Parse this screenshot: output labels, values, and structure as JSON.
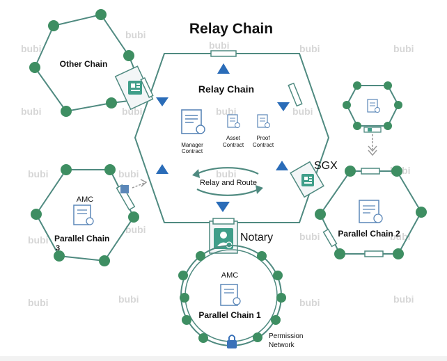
{
  "title": "Relay Chain",
  "relay": {
    "label": "Relay Chain",
    "manager_line1": "Manager",
    "manager_line2": "Contract",
    "asset_line1": "Asset",
    "asset_line2": "Contract",
    "proof_line1": "Proof",
    "proof_line2": "Contract",
    "route_label": "Relay and Route"
  },
  "other_chain": {
    "label": "Other Chain"
  },
  "parallel_3": {
    "amc": "AMC",
    "label_line1": "Parallel Chain",
    "label_line2": "3"
  },
  "parallel_1": {
    "amc": "AMC",
    "label": "Parallel Chain 1"
  },
  "parallel_2": {
    "label": "Parallel Chain 2"
  },
  "notary": {
    "label": "Notary"
  },
  "sgx": {
    "label": "SGX"
  },
  "permission": {
    "line1": "Permission",
    "line2": "Network"
  },
  "watermark": "bubi",
  "colors": {
    "line": "#4f8a80",
    "node": "#3e8e62",
    "arrow": "#2a6cb8",
    "icon": "#5b87b8",
    "gate": "#3f9e89"
  }
}
